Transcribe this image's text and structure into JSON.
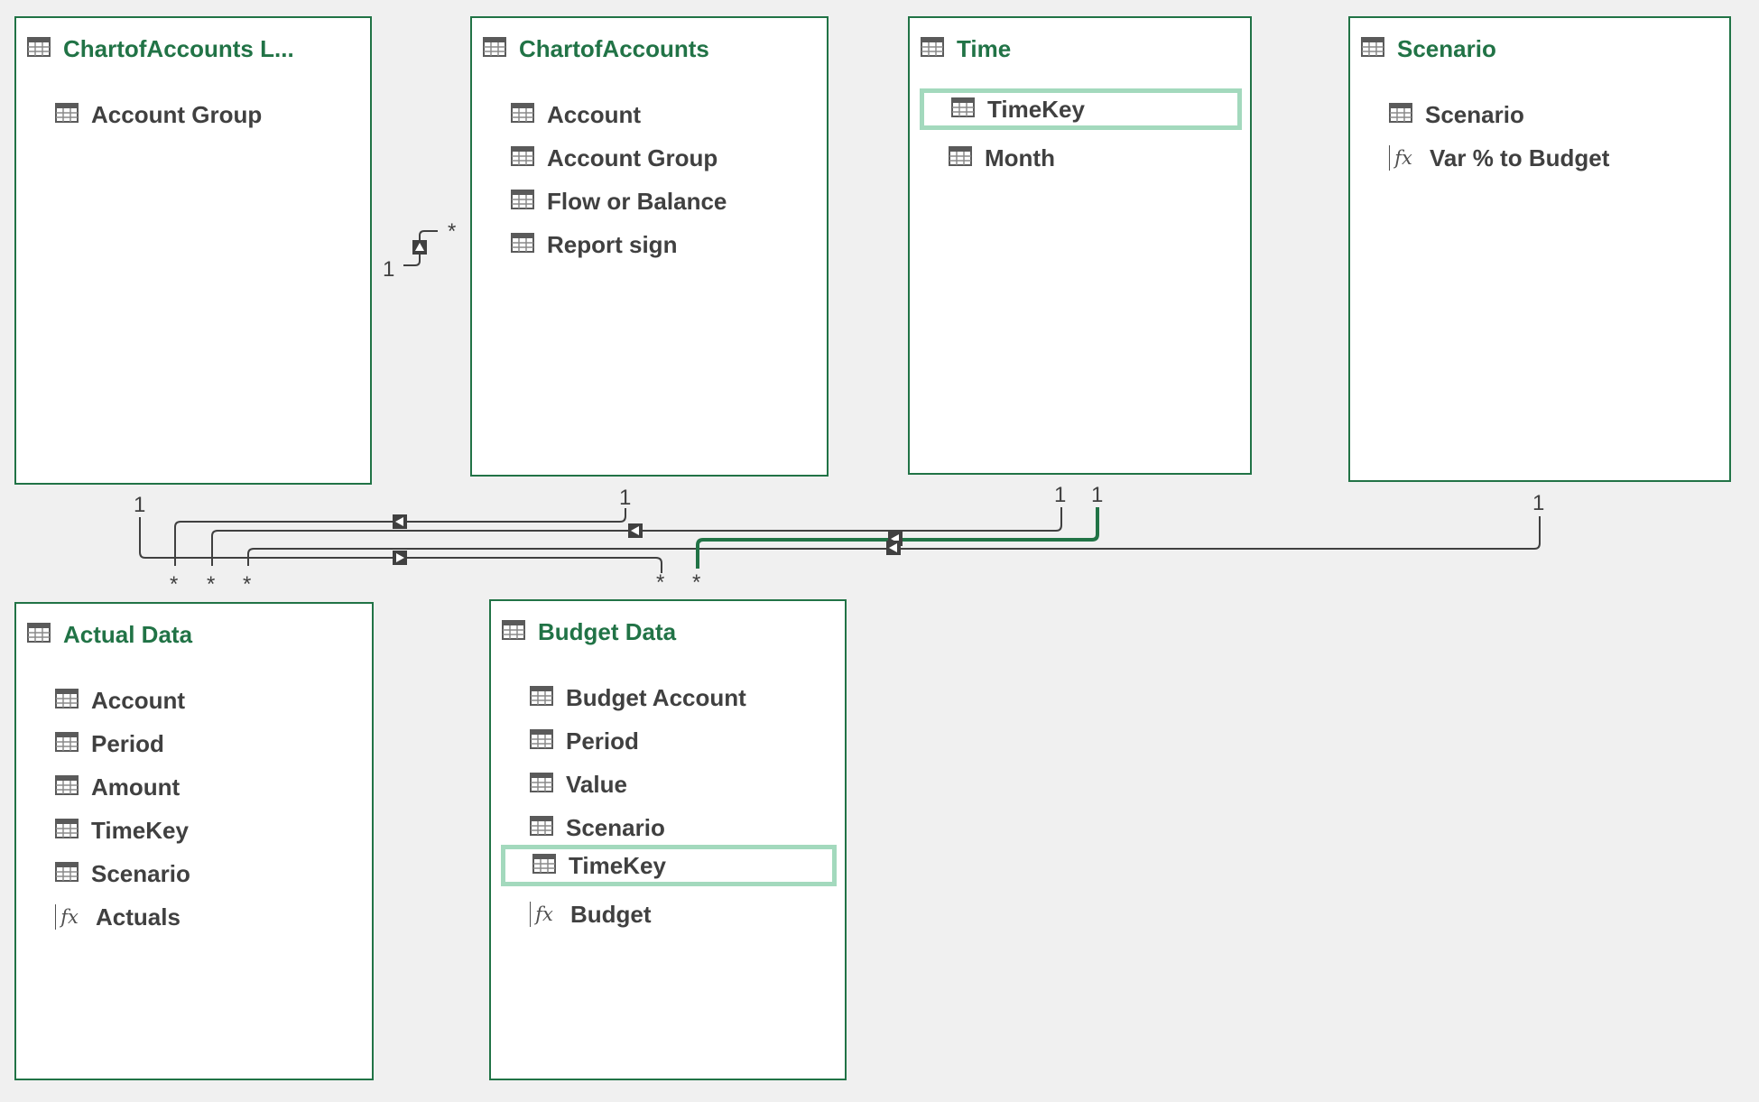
{
  "tables": [
    {
      "key": "coa_lookup",
      "title": "ChartofAccounts L...",
      "fields": [
        {
          "label": "Account Group",
          "kind": "column"
        }
      ]
    },
    {
      "key": "coa",
      "title": "ChartofAccounts",
      "fields": [
        {
          "label": "Account",
          "kind": "column"
        },
        {
          "label": "Account Group",
          "kind": "column"
        },
        {
          "label": "Flow or Balance",
          "kind": "column"
        },
        {
          "label": "Report sign",
          "kind": "column"
        }
      ]
    },
    {
      "key": "time",
      "title": "Time",
      "fields": [
        {
          "label": "TimeKey",
          "kind": "column",
          "selected": true
        },
        {
          "label": "Month",
          "kind": "column"
        }
      ]
    },
    {
      "key": "scenario",
      "title": "Scenario",
      "fields": [
        {
          "label": "Scenario",
          "kind": "column"
        },
        {
          "label": "Var % to Budget",
          "kind": "measure"
        }
      ]
    },
    {
      "key": "actual",
      "title": "Actual Data",
      "fields": [
        {
          "label": "Account",
          "kind": "column"
        },
        {
          "label": "Period",
          "kind": "column"
        },
        {
          "label": "Amount",
          "kind": "column"
        },
        {
          "label": "TimeKey",
          "kind": "column"
        },
        {
          "label": "Scenario",
          "kind": "column"
        },
        {
          "label": "Actuals",
          "kind": "measure"
        }
      ]
    },
    {
      "key": "budget",
      "title": "Budget Data",
      "fields": [
        {
          "label": "Budget Account",
          "kind": "column"
        },
        {
          "label": "Period",
          "kind": "column"
        },
        {
          "label": "Value",
          "kind": "column"
        },
        {
          "label": "Scenario",
          "kind": "column"
        },
        {
          "label": "TimeKey",
          "kind": "column",
          "selected": true
        },
        {
          "label": "Budget",
          "kind": "measure"
        }
      ]
    }
  ],
  "relationship_cardinality": {
    "one": "1",
    "many": "*"
  },
  "colors": {
    "accent": "#217346",
    "selection": "#a3d9bd",
    "line": "#404040",
    "canvas": "#f0f0f0"
  },
  "icons": {
    "column": "table-column-icon",
    "measure": "fx-measure-icon",
    "table": "table-icon"
  }
}
